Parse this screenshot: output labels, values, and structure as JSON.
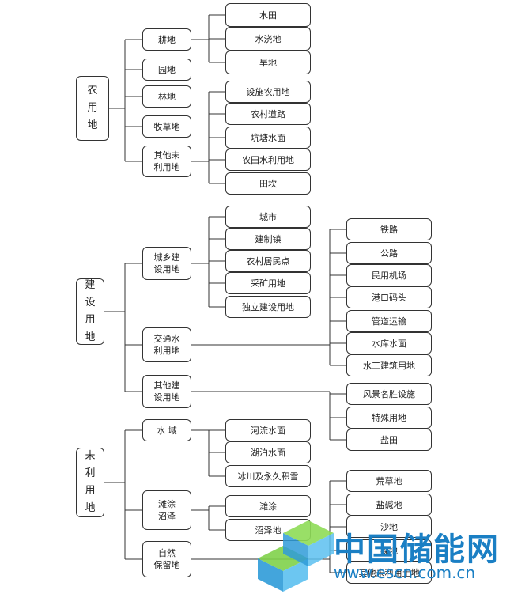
{
  "categories": [
    {
      "id": "c1",
      "label": "农\n用\n地"
    },
    {
      "id": "c2",
      "label": "建\n设\n用\n地"
    },
    {
      "id": "c3",
      "label": "未\n利\n用\n地"
    }
  ],
  "level2": [
    {
      "id": "n1",
      "label": "耕地"
    },
    {
      "id": "n2",
      "label": "园地"
    },
    {
      "id": "n3",
      "label": "林地"
    },
    {
      "id": "n4",
      "label": "牧草地"
    },
    {
      "id": "n5",
      "label": "其他未\n利用地"
    },
    {
      "id": "n6",
      "label": "城乡建\n设用地"
    },
    {
      "id": "n7",
      "label": "交通水\n利用地"
    },
    {
      "id": "n8",
      "label": "其他建\n设用地"
    },
    {
      "id": "n9",
      "label": "水  域"
    },
    {
      "id": "n10",
      "label": "滩涂\n沼泽"
    },
    {
      "id": "n11",
      "label": "自然\n保留地"
    }
  ],
  "level3_left": [
    {
      "id": "l1",
      "label": "水田"
    },
    {
      "id": "l2",
      "label": "水浇地"
    },
    {
      "id": "l3",
      "label": "旱地"
    },
    {
      "id": "l4",
      "label": "设施农用地"
    },
    {
      "id": "l5",
      "label": "农村道路"
    },
    {
      "id": "l6",
      "label": "坑塘水面"
    },
    {
      "id": "l7",
      "label": "农田水利用地"
    },
    {
      "id": "l8",
      "label": "田坎"
    },
    {
      "id": "l9",
      "label": "城市"
    },
    {
      "id": "l10",
      "label": "建制镇"
    },
    {
      "id": "l11",
      "label": "农村居民点"
    },
    {
      "id": "l12",
      "label": "采矿用地"
    },
    {
      "id": "l13",
      "label": "独立建设用地"
    },
    {
      "id": "l14",
      "label": "河流水面"
    },
    {
      "id": "l15",
      "label": "湖泊水面"
    },
    {
      "id": "l16",
      "label": "冰川及永久积雪"
    },
    {
      "id": "l17",
      "label": "滩涂"
    },
    {
      "id": "l18",
      "label": "沼泽地"
    }
  ],
  "level3_right": [
    {
      "id": "r1",
      "label": "铁路"
    },
    {
      "id": "r2",
      "label": "公路"
    },
    {
      "id": "r3",
      "label": "民用机场"
    },
    {
      "id": "r4",
      "label": "港口码头"
    },
    {
      "id": "r5",
      "label": "管道运输"
    },
    {
      "id": "r6",
      "label": "水库水面"
    },
    {
      "id": "r7",
      "label": "水工建筑用地"
    },
    {
      "id": "r8",
      "label": "风景名胜设施"
    },
    {
      "id": "r9",
      "label": "特殊用地"
    },
    {
      "id": "r10",
      "label": "盐田"
    },
    {
      "id": "r11",
      "label": "荒草地"
    },
    {
      "id": "r12",
      "label": "盐碱地"
    },
    {
      "id": "r13",
      "label": "沙地"
    },
    {
      "id": "r14",
      "label": "裸地"
    },
    {
      "id": "r15",
      "label": "其他未利用土地"
    }
  ],
  "watermark": {
    "text": "中国储能网",
    "url": "www.escn.com.cn",
    "color": "#1a7fc4"
  }
}
